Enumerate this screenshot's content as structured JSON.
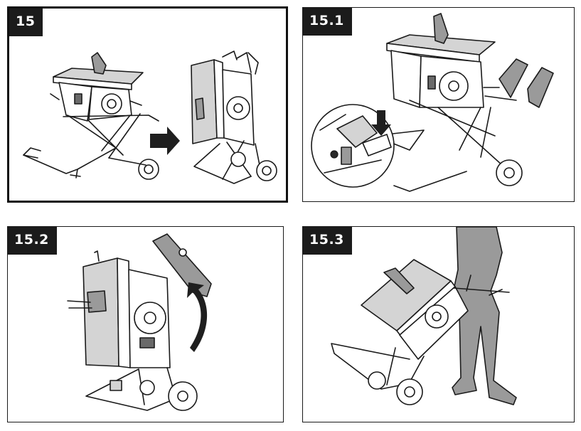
{
  "panels": [
    {
      "step": "15"
    },
    {
      "step": "15.1"
    },
    {
      "step": "15.2"
    },
    {
      "step": "15.3"
    }
  ],
  "colors": {
    "tag_bg": "#1b1b1b",
    "tag_text": "#ffffff",
    "arrow": "#1f1f1f",
    "person": "#9a9a9a"
  }
}
